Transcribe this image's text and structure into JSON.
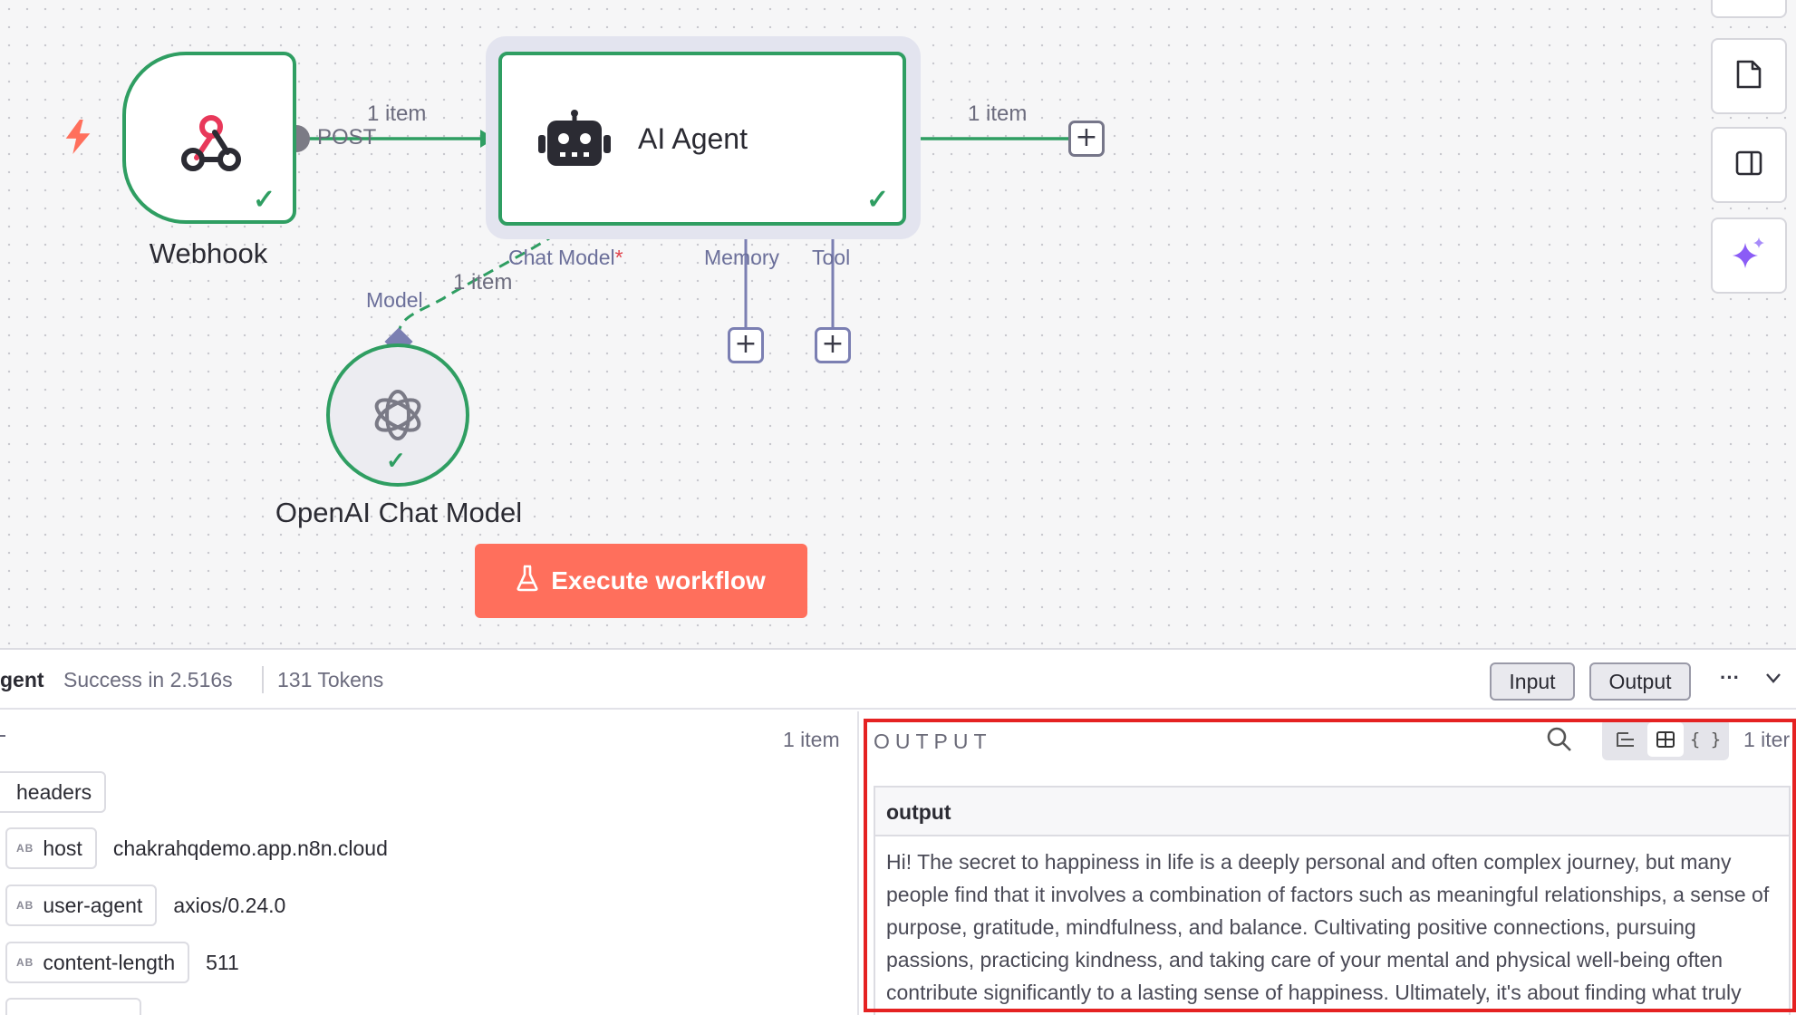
{
  "canvas": {
    "nodes": {
      "webhook": {
        "label": "Webhook",
        "output_label": "POST"
      },
      "agent": {
        "label": "AI Agent"
      },
      "openai": {
        "label": "OpenAI Chat Model"
      }
    },
    "connections": {
      "webhook_to_agent": "1 item",
      "agent_out": "1 item",
      "model_link": "1 item"
    },
    "ports": {
      "chat_model": "Chat Model",
      "chat_model_required": "*",
      "memory": "Memory",
      "tool": "Tool",
      "model": "Model"
    },
    "add_glyph": "+",
    "execute_button": "Execute workflow",
    "side_toolbar": [
      "sticky-note-icon",
      "panel-icon",
      "sparkle-ai-icon"
    ]
  },
  "panel": {
    "node_name": "gent",
    "status": "Success in 2.516s",
    "tokens": "131 Tokens",
    "input_button": "Input",
    "output_button": "Output",
    "more": "···",
    "collapse": "⌄",
    "input": {
      "item_count": "1 item",
      "fields": [
        {
          "key": "headers",
          "value": ""
        },
        {
          "key": "host",
          "value": "chakrahqdemo.app.n8n.cloud"
        },
        {
          "key": "user-agent",
          "value": "axios/0.24.0"
        },
        {
          "key": "content-length",
          "value": "511"
        }
      ],
      "type_badge": "AB"
    },
    "output": {
      "title": "OUTPUT",
      "item_count": "1 iter",
      "column": "output",
      "text": "Hi! The secret to happiness in life is a deeply personal and often complex journey, but many people find that it involves a combination of factors such as meaningful relationships, a sense of purpose, gratitude, mindfulness, and balance. Cultivating positive connections, pursuing passions, practicing kindness, and taking care of your mental and physical well-being often contribute significantly to a lasting sense of happiness. Ultimately, it's about finding what truly resonates with you and aligns with"
    }
  },
  "colors": {
    "success": "#2f9e62",
    "execute": "#ff6f5c",
    "port": "#7b7fb2",
    "highlight": "#e52222"
  }
}
